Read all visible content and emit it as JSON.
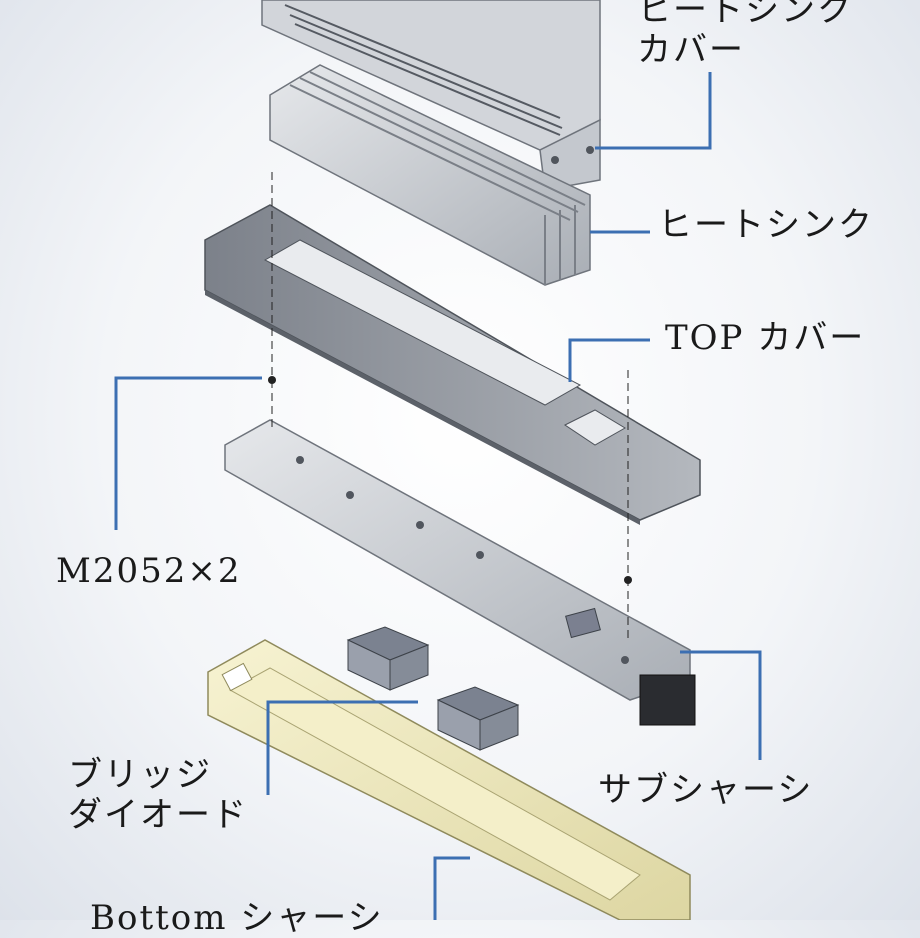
{
  "labels": {
    "heatsink_cover": {
      "line1": "ヒートシンク",
      "line2": "カバー"
    },
    "heatsink": "ヒートシンク",
    "top_cover": "TOP カバー",
    "spacer": "M2052×2",
    "bridge_diode": {
      "line1": "ブリッジ",
      "line2": "ダイオード"
    },
    "sub_chassis": "サブシャーシ",
    "bottom_chassis": "Bottom シャーシ"
  },
  "colors": {
    "leader_line": "#3c6fb2",
    "metal": "#c9cdd3",
    "metal_dark": "#8f949c",
    "chassis_yellow": "#efeac0",
    "chassis_yellow_dark": "#b5ae7a"
  }
}
